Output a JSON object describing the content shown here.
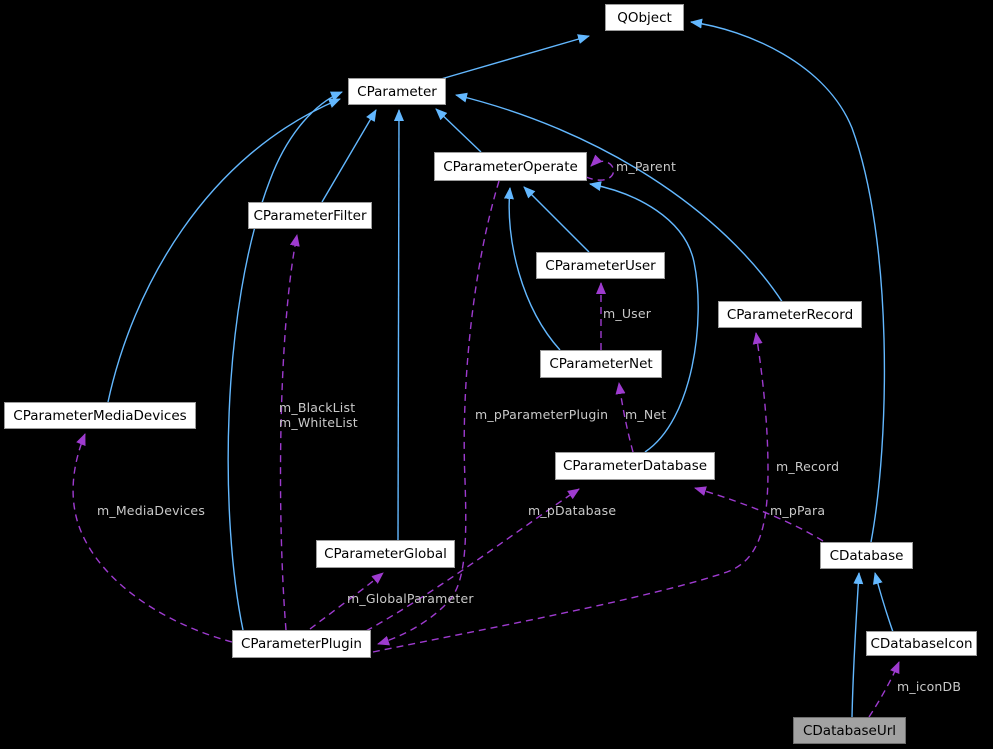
{
  "diagram": {
    "type": "doxygen-collaboration-graph",
    "current_class": "CDatabaseUrl",
    "background": "#000000",
    "colors": {
      "inheritance_edge": "#63b8ff",
      "usage_edge": "#9e3bcf",
      "node_fill": "#ffffff",
      "node_border": "#9c9c9c",
      "node_text": "#000000",
      "current_node_fill": "#a2a2a2",
      "current_node_border": "#6f6f6f",
      "edge_label_text": "#c9c9c9"
    },
    "nodes": {
      "qobject": {
        "label": "QObject"
      },
      "cparameter": {
        "label": "CParameter"
      },
      "operate": {
        "label": "CParameterOperate"
      },
      "filter": {
        "label": "CParameterFilter"
      },
      "user": {
        "label": "CParameterUser"
      },
      "net": {
        "label": "CParameterNet"
      },
      "record": {
        "label": "CParameterRecord"
      },
      "mediadevices": {
        "label": "CParameterMediaDevices"
      },
      "database": {
        "label": "CParameterDatabase"
      },
      "global": {
        "label": "CParameterGlobal"
      },
      "cdatabase": {
        "label": "CDatabase"
      },
      "plugin": {
        "label": "CParameterPlugin"
      },
      "icon": {
        "label": "CDatabaseIcon"
      },
      "url": {
        "label": "CDatabaseUrl"
      }
    },
    "edges": [
      {
        "from": "CParameter",
        "to": "QObject",
        "type": "inheritance"
      },
      {
        "from": "CDatabase",
        "to": "QObject",
        "type": "inheritance"
      },
      {
        "from": "CParameterOperate",
        "to": "CParameter",
        "type": "inheritance"
      },
      {
        "from": "CParameterFilter",
        "to": "CParameter",
        "type": "inheritance"
      },
      {
        "from": "CParameterGlobal",
        "to": "CParameter",
        "type": "inheritance"
      },
      {
        "from": "CParameterPlugin",
        "to": "CParameter",
        "type": "inheritance"
      },
      {
        "from": "CParameterMediaDevices",
        "to": "CParameter",
        "type": "inheritance"
      },
      {
        "from": "CParameterRecord",
        "to": "CParameter",
        "type": "inheritance"
      },
      {
        "from": "CParameterUser",
        "to": "CParameterOperate",
        "type": "inheritance"
      },
      {
        "from": "CParameterNet",
        "to": "CParameterOperate",
        "type": "inheritance"
      },
      {
        "from": "CParameterDatabase",
        "to": "CParameterOperate",
        "type": "inheritance"
      },
      {
        "from": "CDatabaseIcon",
        "to": "CDatabase",
        "type": "inheritance"
      },
      {
        "from": "CDatabaseUrl",
        "to": "CDatabase",
        "type": "inheritance"
      },
      {
        "from": "CParameterOperate",
        "to": "CParameterOperate",
        "type": "usage",
        "label": "m_Parent"
      },
      {
        "from": "CParameterNet",
        "to": "CParameterUser",
        "type": "usage",
        "label": "m_User"
      },
      {
        "from": "CParameterDatabase",
        "to": "CParameterNet",
        "type": "usage",
        "label": "m_Net"
      },
      {
        "from": "CParameterOperate",
        "to": "CParameterPlugin",
        "type": "usage",
        "label": "m_pParameterPlugin"
      },
      {
        "from": "CParameterPlugin",
        "to": "CParameterFilter",
        "type": "usage",
        "labels": [
          "m_BlackList",
          "m_WhiteList"
        ]
      },
      {
        "from": "CParameterPlugin",
        "to": "CParameterMediaDevices",
        "type": "usage",
        "label": "m_MediaDevices"
      },
      {
        "from": "CParameterPlugin",
        "to": "CParameterGlobal",
        "type": "usage",
        "label": "m_GlobalParameter"
      },
      {
        "from": "CParameterPlugin",
        "to": "CParameterDatabase",
        "type": "usage",
        "label": "m_pDatabase"
      },
      {
        "from": "CDatabase",
        "to": "CParameterDatabase",
        "type": "usage",
        "label": "m_pPara"
      },
      {
        "from": "CParameterPlugin",
        "to": "CParameterRecord",
        "type": "usage",
        "label": "m_Record"
      },
      {
        "from": "CDatabaseUrl",
        "to": "CDatabaseIcon",
        "type": "usage",
        "label": "m_iconDB"
      }
    ]
  }
}
